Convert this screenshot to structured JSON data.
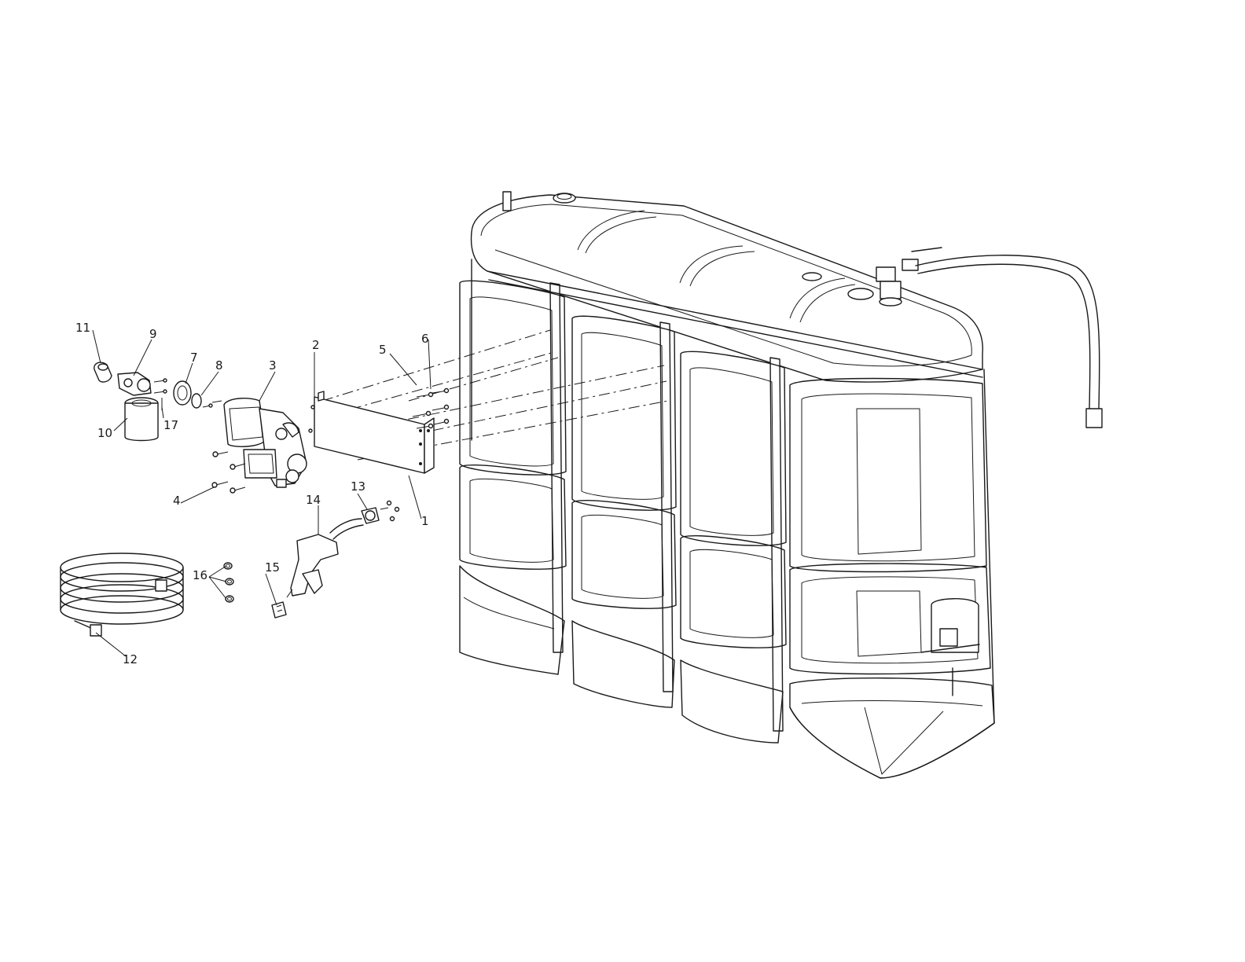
{
  "diagram": {
    "callouts": [
      {
        "id": "1",
        "label": "1"
      },
      {
        "id": "2",
        "label": "2"
      },
      {
        "id": "3",
        "label": "3"
      },
      {
        "id": "4",
        "label": "4"
      },
      {
        "id": "5",
        "label": "5"
      },
      {
        "id": "6",
        "label": "6"
      },
      {
        "id": "7",
        "label": "7"
      },
      {
        "id": "8",
        "label": "8"
      },
      {
        "id": "9",
        "label": "9"
      },
      {
        "id": "10",
        "label": "10"
      },
      {
        "id": "11",
        "label": "11"
      },
      {
        "id": "12",
        "label": "12"
      },
      {
        "id": "13",
        "label": "13"
      },
      {
        "id": "14",
        "label": "14"
      },
      {
        "id": "15",
        "label": "15"
      },
      {
        "id": "16",
        "label": "16"
      },
      {
        "id": "17",
        "label": "17"
      }
    ],
    "colors": {
      "line": "#1a1a1a",
      "background": "#ffffff"
    }
  }
}
